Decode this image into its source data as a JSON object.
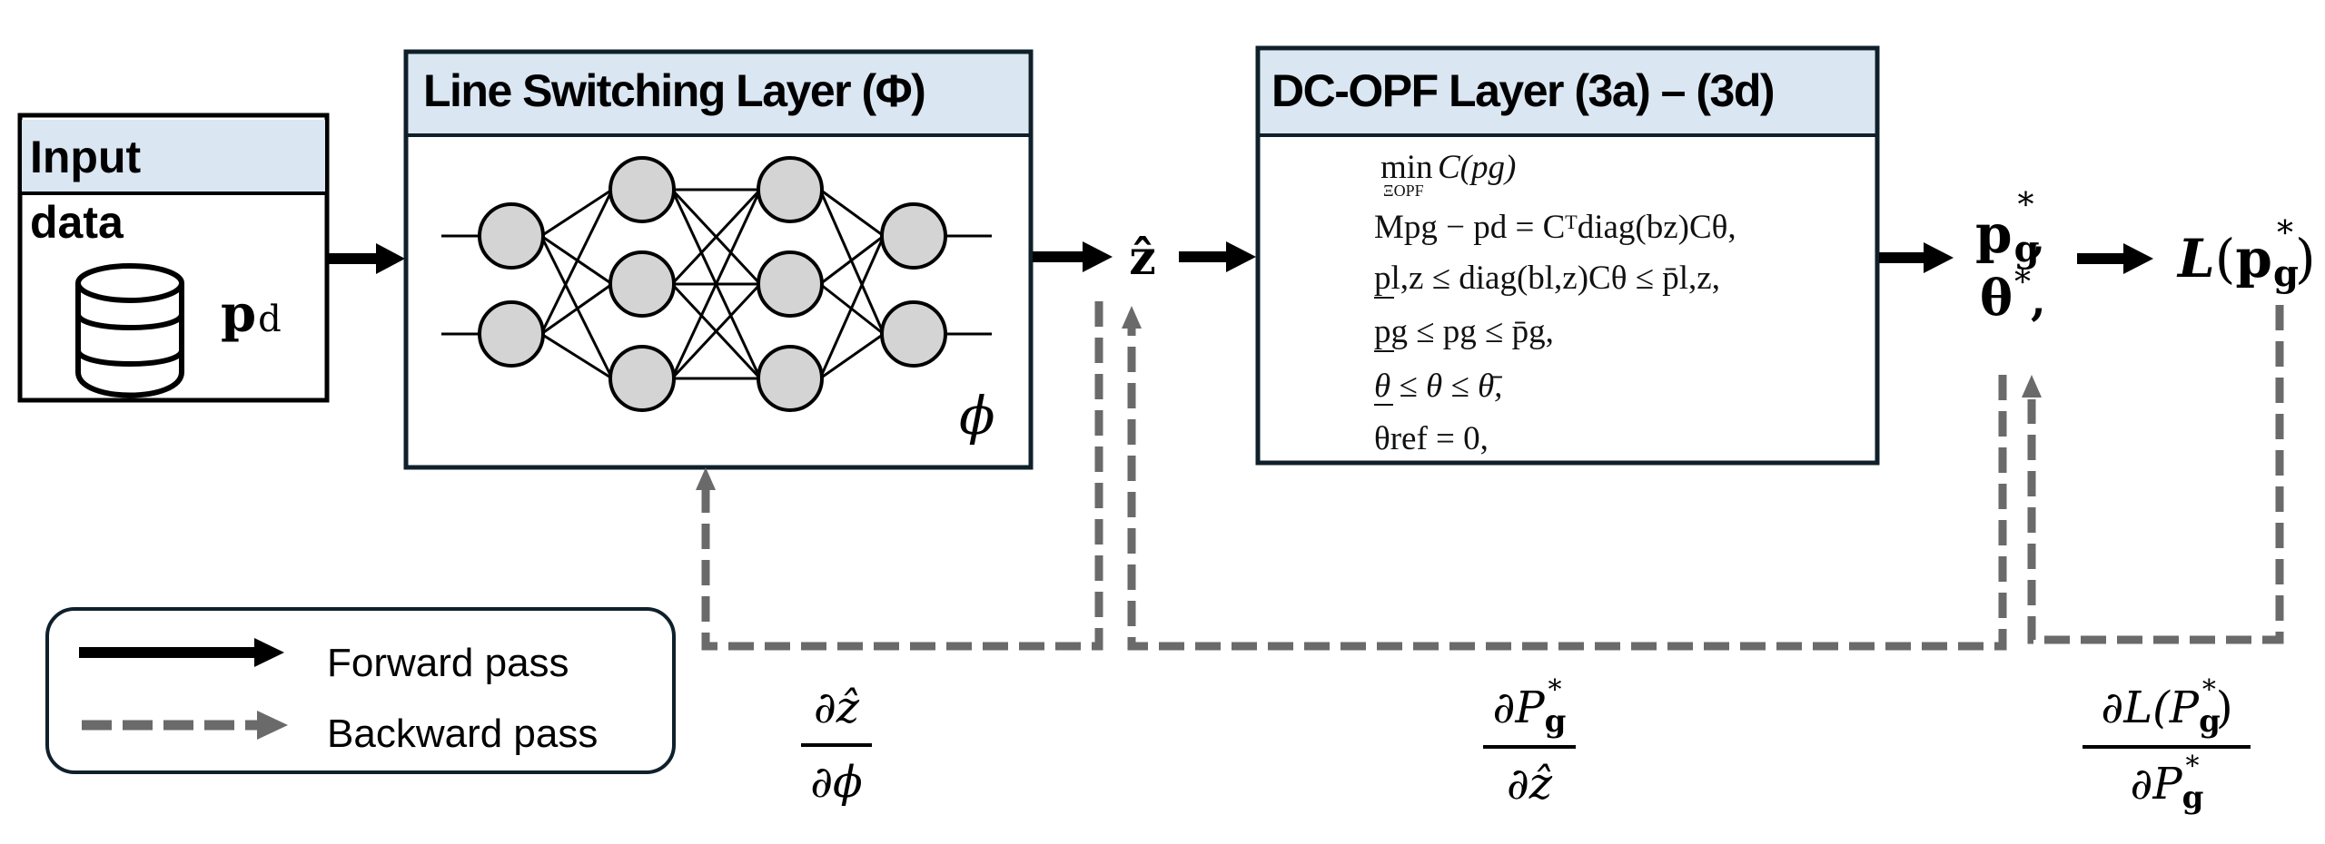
{
  "colors": {
    "header_fill": "#dae6f2",
    "box_border": "#0f202b",
    "forward": "#000000",
    "backward": "#6a6a6a",
    "node_fill": "#d4d4d4"
  },
  "input_box": {
    "title": "Input",
    "subtitle": "data",
    "icon": "database-icon",
    "variable": "p",
    "variable_sub": "d"
  },
  "line_switching_layer": {
    "title": "Line Switching Layer (Φ)",
    "param_label": "ϕ",
    "network": {
      "layers": [
        2,
        3,
        3,
        2
      ]
    }
  },
  "z_hat": "ẑ",
  "dc_opf_layer": {
    "title": "DC-OPF Layer (3a) – (3d)",
    "equations": [
      {
        "id": "objective",
        "main": "min",
        "under": "ΞOPF",
        "rest": "C(pg)"
      },
      {
        "id": "power-balance",
        "text": "Mpg − pd = Cᵀdiag(bz)Cθ,"
      },
      {
        "id": "line-flow-limits",
        "text": "pl,z ≤ diag(bl,z)Cθ ≤ p̄l,z,"
      },
      {
        "id": "generation-limits",
        "text": "pg ≤ pg ≤ p̄g,"
      },
      {
        "id": "angle-limits",
        "text": "θ ≤ θ ≤ θ̄,"
      },
      {
        "id": "reference-angle",
        "text": "θref = 0,"
      }
    ]
  },
  "outputs": {
    "pg_star": {
      "base": "p",
      "sub": "g",
      "sup": "*",
      "trail": ","
    },
    "theta_star": {
      "base": "θ",
      "sup": "*",
      "trail": ","
    }
  },
  "loss": {
    "func": "L",
    "open": "(",
    "base": "p",
    "sub": "g",
    "sup": "*",
    "close": ")"
  },
  "gradients": [
    {
      "id": "dz-dphi",
      "num": "∂ẑ",
      "den": "∂ϕ"
    },
    {
      "id": "dp-dz",
      "num_d": "∂P",
      "num_sub": "g",
      "num_sup": "*",
      "den": "∂ẑ"
    },
    {
      "id": "dl-dp",
      "num_d": "∂L(P",
      "num_sub": "g",
      "num_sup": "*",
      "num_close": ")",
      "den_d": "∂P",
      "den_sub": "g",
      "den_sup": "*"
    }
  ],
  "legend": {
    "items": [
      {
        "label": "Forward pass",
        "style": "solid"
      },
      {
        "label": "Backward pass",
        "style": "dashed"
      }
    ]
  }
}
